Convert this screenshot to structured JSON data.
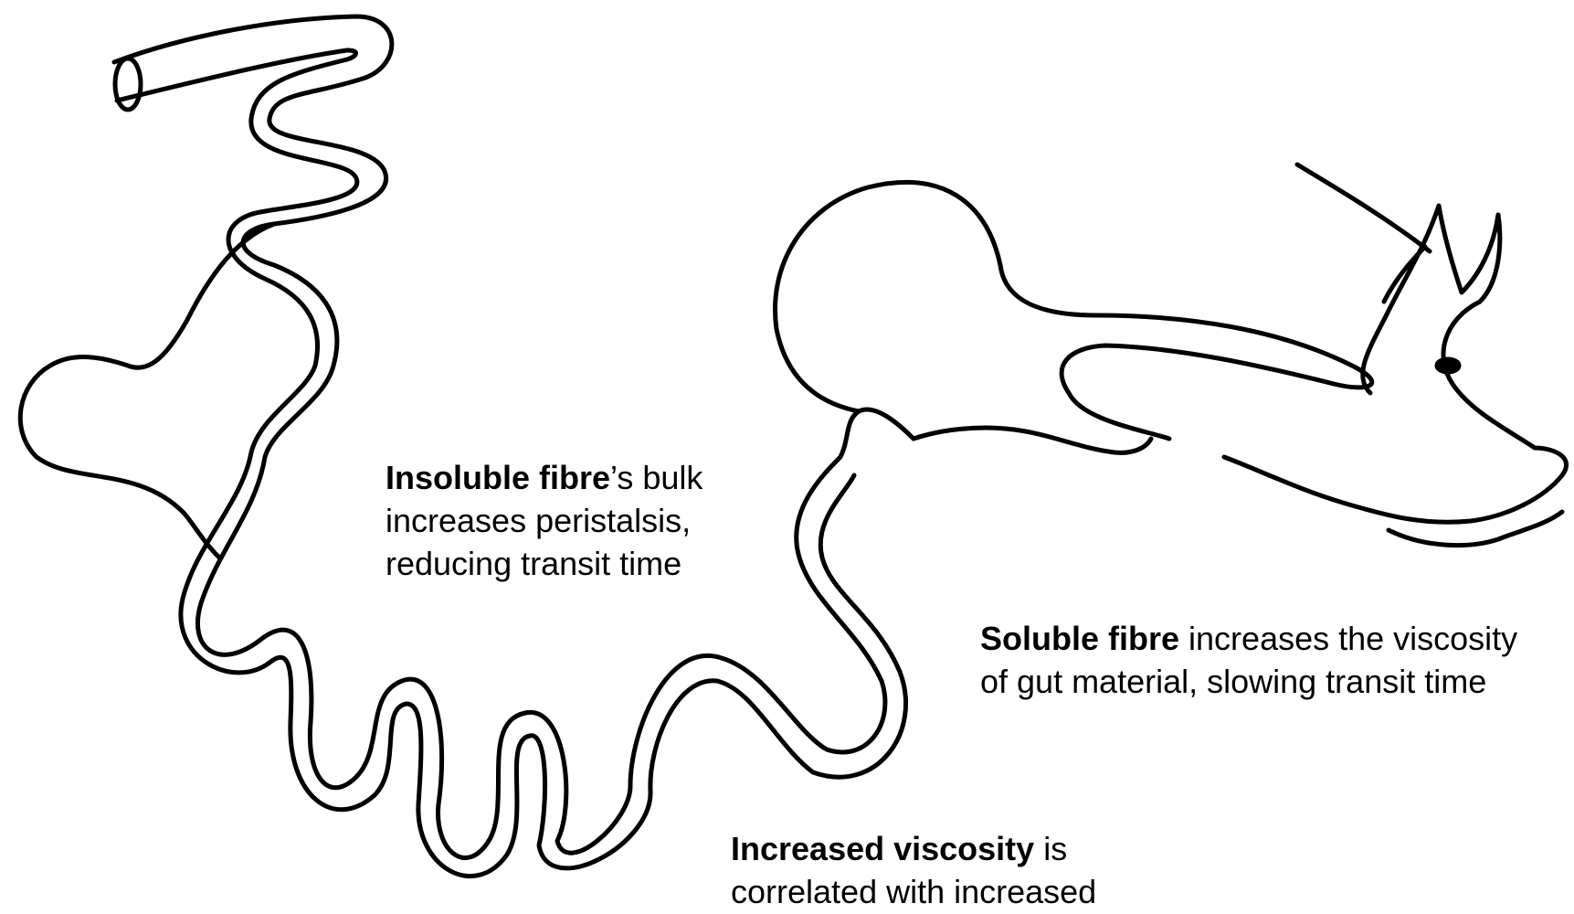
{
  "captions": {
    "insoluble": {
      "bold": "Insoluble fibre",
      "rest": "’s bulk increases peristalsis, reducing transit time"
    },
    "soluble": {
      "bold": "Soluble fibre",
      "rest": " increases the viscosity of gut material, slowing transit time"
    },
    "viscosity": {
      "bold": "Increased viscosity",
      "rest": " is",
      "line2": "correlated with increased"
    }
  },
  "colors": {
    "ink": "#000000",
    "background": "#ffffff"
  }
}
